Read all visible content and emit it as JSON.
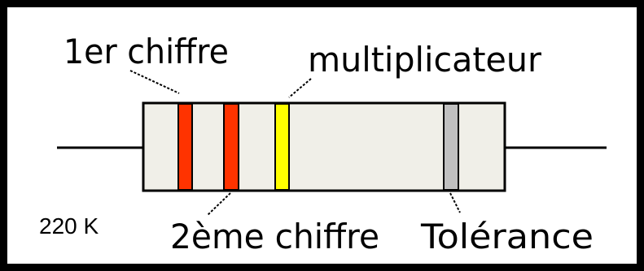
{
  "value_text": "220 K",
  "labels": {
    "first_digit": "1er chiffre",
    "multiplier": "multiplicateur",
    "second_digit": "2ème chiffre",
    "tolerance": "Tolérance"
  },
  "colors": {
    "frame": "#000000",
    "body_fill": "#f0efe8",
    "band_first": "#ff3300",
    "band_second": "#ff3300",
    "band_multiplier": "#ffff00",
    "band_tolerance": "#c0c0c0"
  }
}
